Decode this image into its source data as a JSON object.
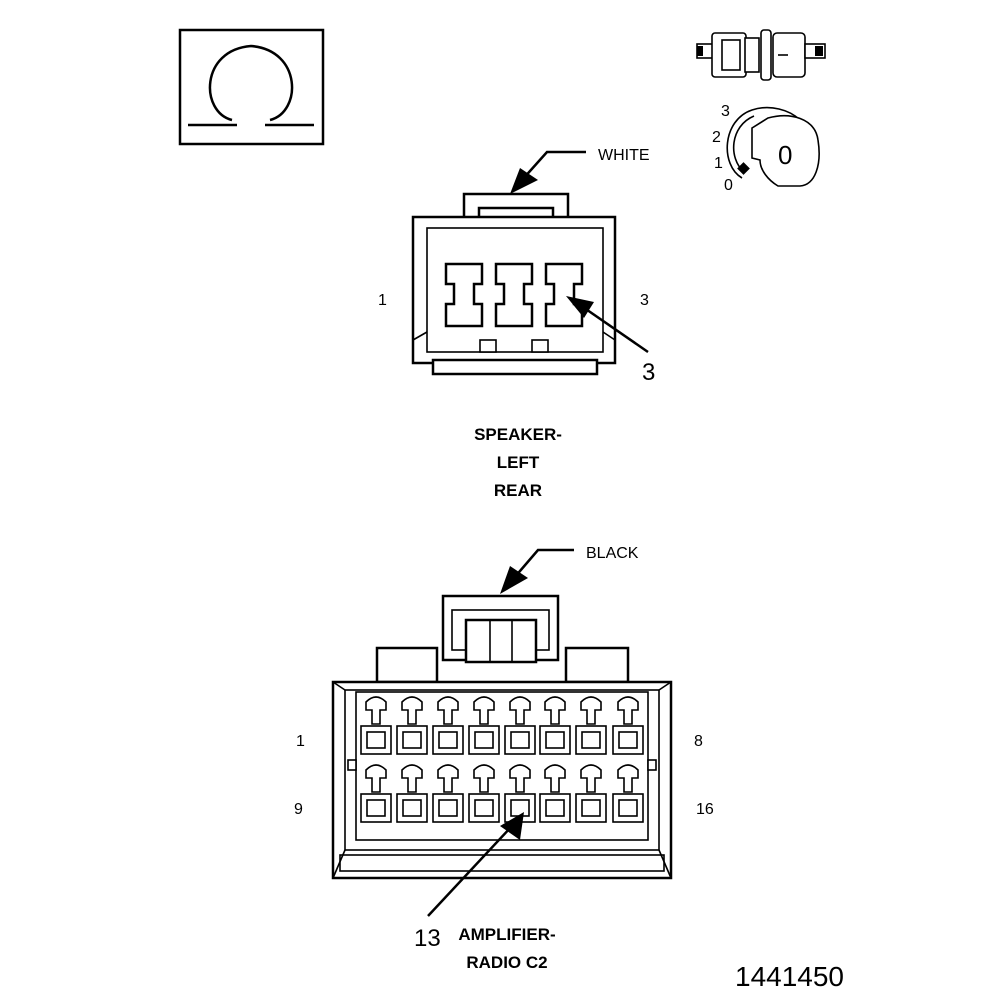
{
  "ohm_symbol": "Ω",
  "switch_positions": [
    "3",
    "2",
    "1",
    "0"
  ],
  "switch_selected": "0",
  "speaker_connector": {
    "color_label": "WHITE",
    "pin_left": "1",
    "pin_right": "3",
    "callout": "3",
    "name_lines": [
      "SPEAKER-",
      "LEFT",
      "REAR"
    ]
  },
  "amplifier_connector": {
    "color_label": "BLACK",
    "pin_top_left": "1",
    "pin_top_right": "8",
    "pin_bottom_left": "9",
    "pin_bottom_right": "16",
    "callout": "13",
    "name_lines": [
      "AMPLIFIER-",
      "RADIO C2"
    ]
  },
  "figure_number": "1441450"
}
